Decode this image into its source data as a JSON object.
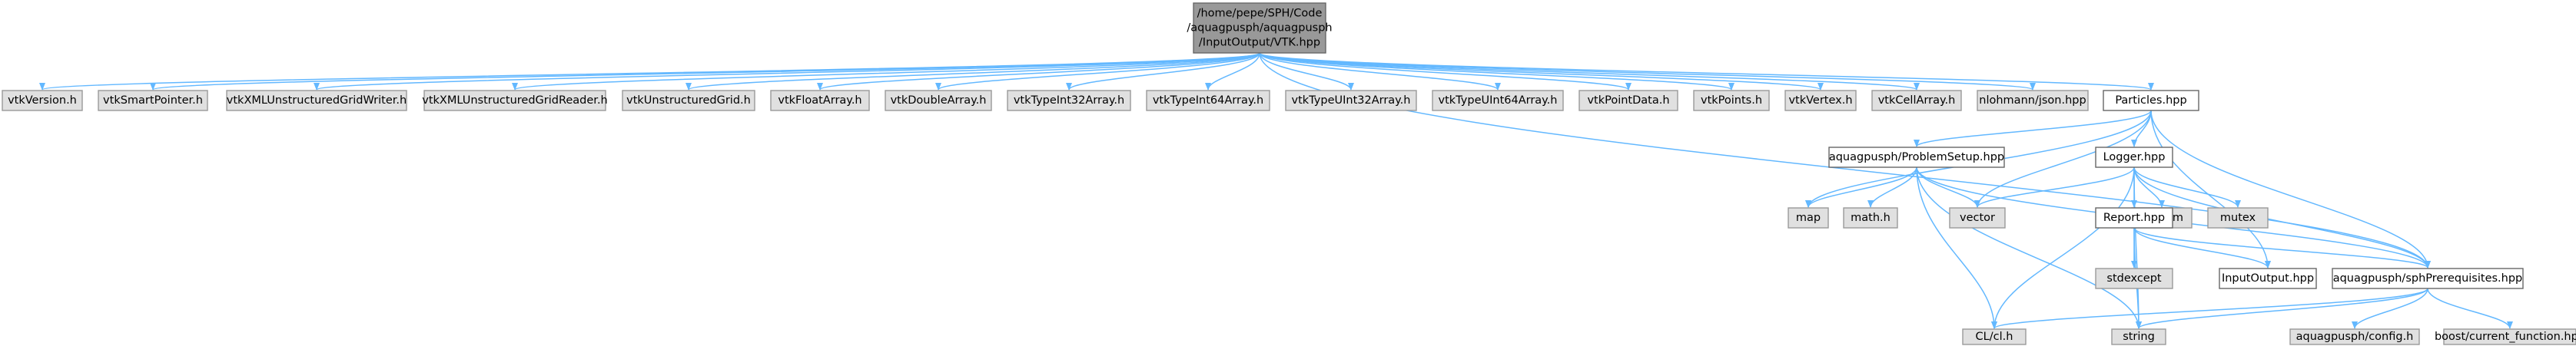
{
  "diagram": {
    "colors": {
      "root_fill": "#999999",
      "root_stroke": "#666666",
      "local_fill": "#ffffff",
      "local_stroke": "#666666",
      "system_fill": "#e0e0e0",
      "system_stroke": "#999999",
      "edge": "#63b8ff",
      "text": "#000000"
    },
    "nodes": [
      {
        "id": "root",
        "kind": "root",
        "lines": [
          "/home/pepe/SPH/Code",
          "/aquagpusph/aquagpusph",
          "/InputOutput/VTK.hpp"
        ]
      },
      {
        "id": "vtkVersion",
        "kind": "system",
        "lines": [
          "vtkVersion.h"
        ]
      },
      {
        "id": "vtkSmartPointer",
        "kind": "system",
        "lines": [
          "vtkSmartPointer.h"
        ]
      },
      {
        "id": "vtkXMLUGWriter",
        "kind": "system",
        "lines": [
          "vtkXMLUnstructuredGridWriter.h"
        ]
      },
      {
        "id": "vtkXMLUGReader",
        "kind": "system",
        "lines": [
          "vtkXMLUnstructuredGridReader.h"
        ]
      },
      {
        "id": "vtkUG",
        "kind": "system",
        "lines": [
          "vtkUnstructuredGrid.h"
        ]
      },
      {
        "id": "vtkFloatArray",
        "kind": "system",
        "lines": [
          "vtkFloatArray.h"
        ]
      },
      {
        "id": "vtkDoubleArray",
        "kind": "system",
        "lines": [
          "vtkDoubleArray.h"
        ]
      },
      {
        "id": "vtkTypeInt32Array",
        "kind": "system",
        "lines": [
          "vtkTypeInt32Array.h"
        ]
      },
      {
        "id": "vtkTypeInt64Array",
        "kind": "system",
        "lines": [
          "vtkTypeInt64Array.h"
        ]
      },
      {
        "id": "vtkTypeUInt32Array",
        "kind": "system",
        "lines": [
          "vtkTypeUInt32Array.h"
        ]
      },
      {
        "id": "vtkTypeUInt64Array",
        "kind": "system",
        "lines": [
          "vtkTypeUInt64Array.h"
        ]
      },
      {
        "id": "vtkPointData",
        "kind": "system",
        "lines": [
          "vtkPointData.h"
        ]
      },
      {
        "id": "vtkPoints",
        "kind": "system",
        "lines": [
          "vtkPoints.h"
        ]
      },
      {
        "id": "vtkVertex",
        "kind": "system",
        "lines": [
          "vtkVertex.h"
        ]
      },
      {
        "id": "vtkCellArray",
        "kind": "system",
        "lines": [
          "vtkCellArray.h"
        ]
      },
      {
        "id": "json",
        "kind": "system",
        "lines": [
          "nlohmann/json.hpp"
        ]
      },
      {
        "id": "particles",
        "kind": "local",
        "lines": [
          "Particles.hpp"
        ]
      },
      {
        "id": "problemSetup",
        "kind": "local",
        "lines": [
          "aquagpusph/ProblemSetup.hpp"
        ]
      },
      {
        "id": "logger",
        "kind": "local",
        "lines": [
          "Logger.hpp"
        ]
      },
      {
        "id": "map",
        "kind": "system",
        "lines": [
          "map"
        ]
      },
      {
        "id": "math",
        "kind": "system",
        "lines": [
          "math.h"
        ]
      },
      {
        "id": "vector",
        "kind": "system",
        "lines": [
          "vector"
        ]
      },
      {
        "id": "fstream",
        "kind": "system",
        "lines": [
          "fstream"
        ]
      },
      {
        "id": "mutex",
        "kind": "system",
        "lines": [
          "mutex"
        ]
      },
      {
        "id": "report",
        "kind": "local",
        "lines": [
          "Report.hpp"
        ]
      },
      {
        "id": "stdexcept",
        "kind": "system",
        "lines": [
          "stdexcept"
        ]
      },
      {
        "id": "inputOutput",
        "kind": "local",
        "lines": [
          "InputOutput.hpp"
        ]
      },
      {
        "id": "sphPre",
        "kind": "local",
        "lines": [
          "aquagpusph/sphPrerequisites.hpp"
        ]
      },
      {
        "id": "cl",
        "kind": "system",
        "lines": [
          "CL/cl.h"
        ]
      },
      {
        "id": "string",
        "kind": "system",
        "lines": [
          "string"
        ]
      },
      {
        "id": "config",
        "kind": "system",
        "lines": [
          "aquagpusph/config.h"
        ]
      },
      {
        "id": "boost",
        "kind": "system",
        "lines": [
          "boost/current_function.hpp"
        ]
      }
    ],
    "edges": [
      {
        "from": "root",
        "to": "vtkVersion"
      },
      {
        "from": "root",
        "to": "vtkSmartPointer"
      },
      {
        "from": "root",
        "to": "vtkXMLUGWriter"
      },
      {
        "from": "root",
        "to": "vtkXMLUGReader"
      },
      {
        "from": "root",
        "to": "vtkUG"
      },
      {
        "from": "root",
        "to": "vtkFloatArray"
      },
      {
        "from": "root",
        "to": "vtkDoubleArray"
      },
      {
        "from": "root",
        "to": "vtkTypeInt32Array"
      },
      {
        "from": "root",
        "to": "vtkTypeInt64Array"
      },
      {
        "from": "root",
        "to": "vtkTypeUInt32Array"
      },
      {
        "from": "root",
        "to": "vtkTypeUInt64Array"
      },
      {
        "from": "root",
        "to": "vtkPointData"
      },
      {
        "from": "root",
        "to": "vtkPoints"
      },
      {
        "from": "root",
        "to": "vtkVertex"
      },
      {
        "from": "root",
        "to": "vtkCellArray"
      },
      {
        "from": "root",
        "to": "json"
      },
      {
        "from": "root",
        "to": "particles"
      },
      {
        "from": "root",
        "to": "sphPre"
      },
      {
        "from": "particles",
        "to": "problemSetup"
      },
      {
        "from": "particles",
        "to": "logger"
      },
      {
        "from": "particles",
        "to": "map"
      },
      {
        "from": "particles",
        "to": "vector"
      },
      {
        "from": "particles",
        "to": "inputOutput"
      },
      {
        "from": "particles",
        "to": "sphPre"
      },
      {
        "from": "problemSetup",
        "to": "map"
      },
      {
        "from": "problemSetup",
        "to": "math"
      },
      {
        "from": "problemSetup",
        "to": "vector"
      },
      {
        "from": "problemSetup",
        "to": "cl"
      },
      {
        "from": "problemSetup",
        "to": "string"
      },
      {
        "from": "problemSetup",
        "to": "sphPre"
      },
      {
        "from": "logger",
        "to": "vector"
      },
      {
        "from": "logger",
        "to": "fstream"
      },
      {
        "from": "logger",
        "to": "mutex"
      },
      {
        "from": "logger",
        "to": "report"
      },
      {
        "from": "logger",
        "to": "cl"
      },
      {
        "from": "logger",
        "to": "string"
      },
      {
        "from": "logger",
        "to": "sphPre"
      },
      {
        "from": "report",
        "to": "stdexcept"
      },
      {
        "from": "report",
        "to": "inputOutput"
      },
      {
        "from": "report",
        "to": "string"
      },
      {
        "from": "report",
        "to": "sphPre"
      },
      {
        "from": "sphPre",
        "to": "cl"
      },
      {
        "from": "sphPre",
        "to": "string"
      },
      {
        "from": "sphPre",
        "to": "config"
      },
      {
        "from": "sphPre",
        "to": "boost"
      }
    ]
  }
}
